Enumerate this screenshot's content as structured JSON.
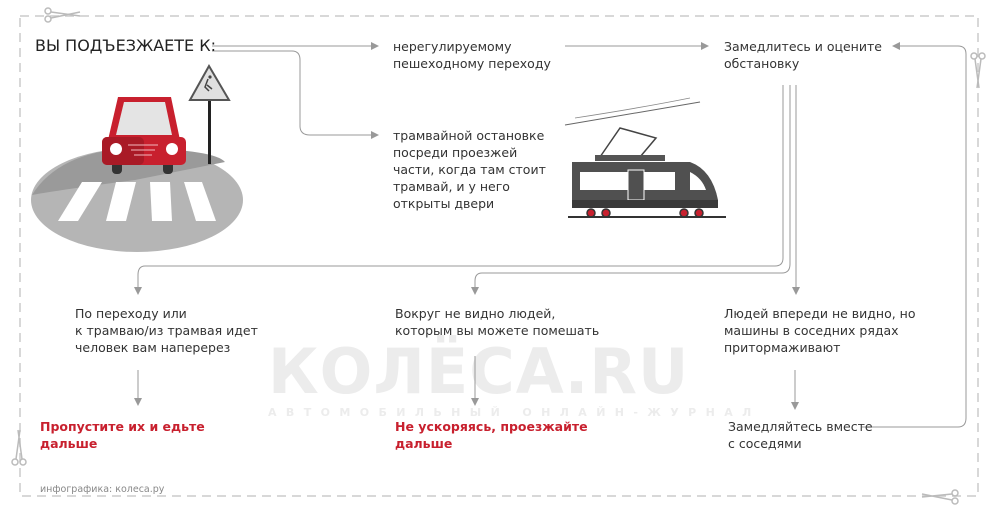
{
  "title": "ВЫ ПОДЪЕЗЖАЕТЕ К:",
  "options": [
    {
      "text": "нерегулируемому\nпешеходному переходу"
    },
    {
      "text": "трамвайной остановке\nпосреди проезжей\nчасти, когда там стоит\nтрамвай, и у него\nоткрыты двери"
    }
  ],
  "action": "Замедлитесь и оцените\nобстановку",
  "situations": [
    {
      "text": "По переходу или\nк трамваю/из трамвая идет\nчеловек вам наперерез",
      "result": "Пропустите их и едьте\nдальше"
    },
    {
      "text": "Вокруг не видно людей,\nкоторым вы можете помешать",
      "result": "Не ускоряясь, проезжайте\nдальше"
    },
    {
      "text": "Людей впереди не видно, но\nмашины в соседних рядах\nпритормаживают",
      "result": "Замедляйтесь вместе\nс соседями"
    }
  ],
  "watermark": {
    "logo": "КОЛЁСА.RU",
    "tagline": "АВТОМОБИЛЬНЫЙ ОНЛАЙН-ЖУРНАЛ"
  },
  "footer": "инфографика: колеса.ру",
  "colors": {
    "accent": "#c8202e",
    "line": "#999999",
    "text": "#333333"
  }
}
